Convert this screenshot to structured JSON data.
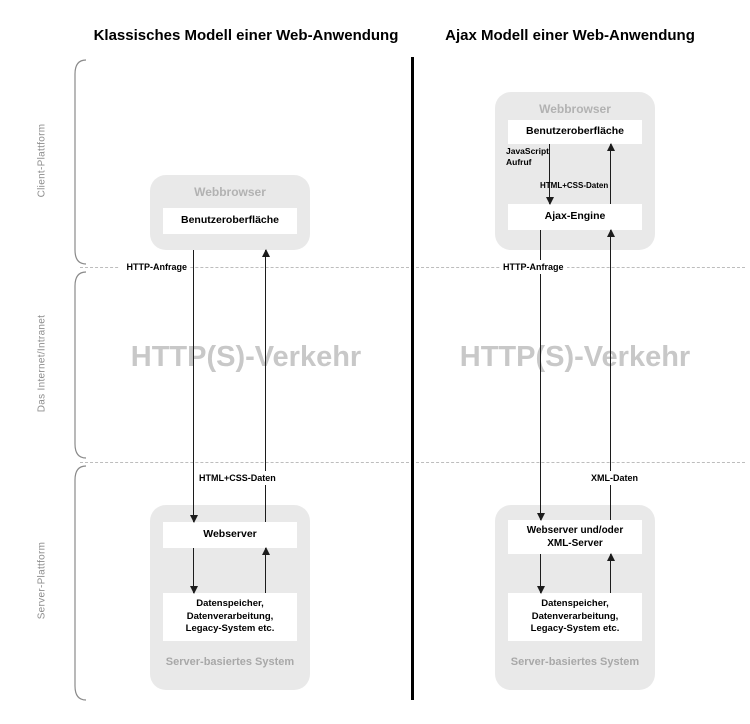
{
  "colors": {
    "panel_gray": "#e9e9e9",
    "muted_label": "#b2b2b2",
    "system_label": "#a8a8a8",
    "traffic_gray": "#c8c8c8",
    "arrow_color": "#1c1c1c",
    "dash_color": "#bdbdbd",
    "divider_color": "#000000"
  },
  "titles": {
    "classic": "Klassisches Modell einer Web-Anwendung",
    "ajax": "Ajax Modell einer Web-Anwendung"
  },
  "side_labels": {
    "client": "Client-Plattform",
    "internet": "Das Internet/Intranet",
    "server": "Server-Plattform"
  },
  "classic": {
    "browser_title": "Webbrowser",
    "ui_box": "Benutzeroberfläche",
    "request_label": "HTTP-Anfrage",
    "traffic_label": "HTTP(S)-Verkehr",
    "response_label": "HTML+CSS-Daten",
    "server_box": "Webserver",
    "backend_box": "Datenspeicher,\nDatenverarbeitung,\nLegacy-System etc.",
    "system_label": "Server-basiertes System"
  },
  "ajax": {
    "browser_title": "Webbrowser",
    "ui_box": "Benutzeroberfläche",
    "js_call_label": "JavaScript\nAufruf",
    "html_css_label": "HTML+CSS-Daten",
    "engine_box": "Ajax-Engine",
    "request_label": "HTTP-Anfrage",
    "traffic_label": "HTTP(S)-Verkehr",
    "response_label": "XML-Daten",
    "server_box": "Webserver und/oder\nXML-Server",
    "backend_box": "Datenspeicher,\nDatenverarbeitung,\nLegacy-System etc.",
    "system_label": "Server-basiertes System"
  }
}
